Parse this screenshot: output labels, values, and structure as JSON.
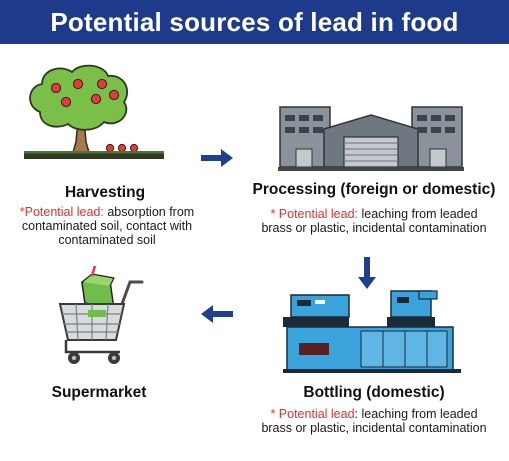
{
  "title": "Potential sources of lead in food",
  "colors": {
    "title_bar": "#1e3a8a",
    "arrow": "#1f3f8f",
    "lead_label": "#e0312d",
    "factory_gray": "#7f8790",
    "machine_blue": "#3aa3dc"
  },
  "stages": {
    "harvesting": {
      "name": "Harvesting",
      "label": "*Potential lead:",
      "text": " absorption from contaminated soil, contact with contaminated soil"
    },
    "processing": {
      "name": "Processing (foreign or domestic)",
      "label": "* Potential lead:",
      "text": " leaching from leaded brass or plastic, incidental contamination"
    },
    "bottling": {
      "name": "Bottling (domestic)",
      "label": "* Potential lead",
      "text": ": leaching from leaded brass or plastic, incidental contamination"
    },
    "supermarket": {
      "name": "Supermarket"
    }
  },
  "icons": {
    "tree": "apple-tree-icon",
    "factory": "factory-icon",
    "bottling": "bottling-machine-icon",
    "cart": "shopping-cart-icon",
    "arrow_right": "arrow-right-icon",
    "arrow_down": "arrow-down-icon",
    "arrow_left": "arrow-left-icon"
  }
}
